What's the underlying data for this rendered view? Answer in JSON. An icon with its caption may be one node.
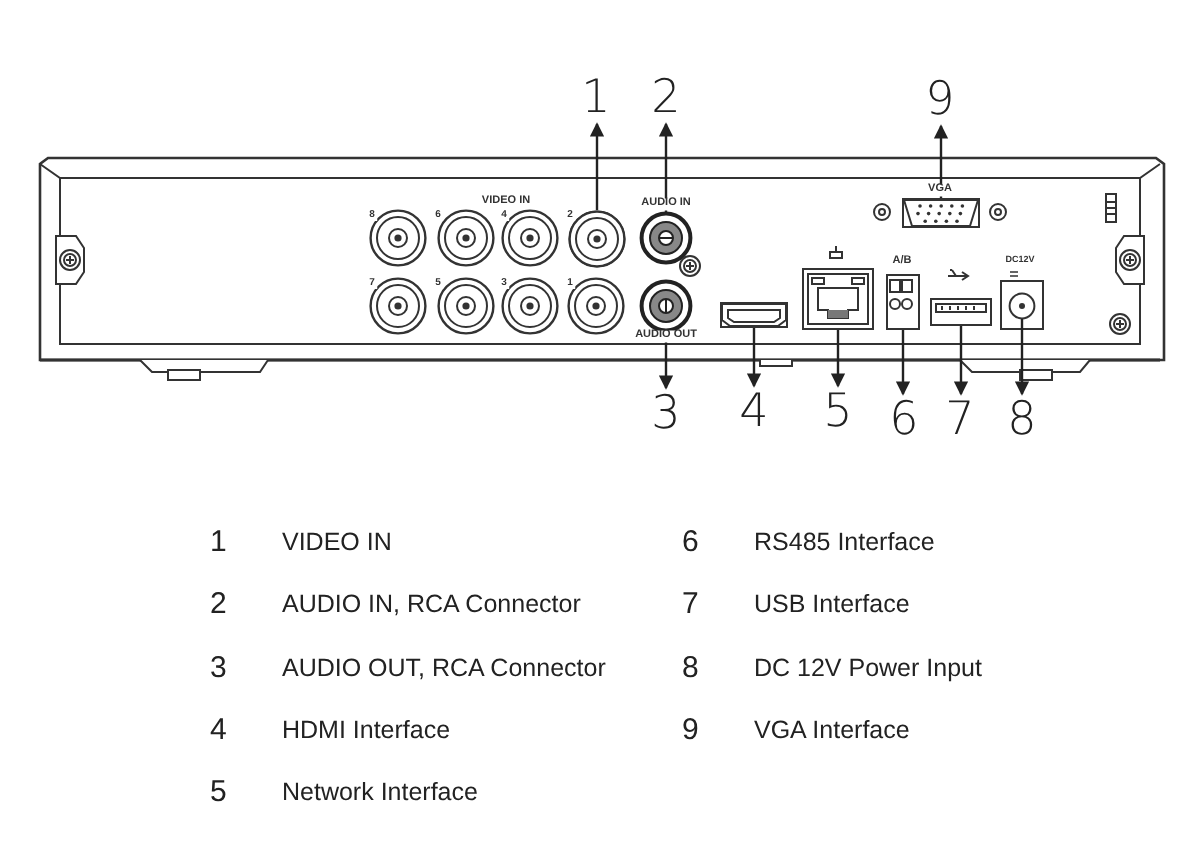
{
  "diagram": {
    "nodes": [
      {
        "text": [
          "1"
        ]
      },
      {
        "text": [
          "2"
        ]
      },
      {
        "text": [
          "3"
        ]
      },
      {
        "text": [
          "4"
        ]
      },
      {
        "text": [
          "5"
        ]
      },
      {
        "text": [
          "6"
        ]
      },
      {
        "text": [
          "7"
        ]
      },
      {
        "text": [
          "8"
        ]
      },
      {
        "text": [
          "9"
        ]
      },
      {
        "text": [],
        "shape": "circle"
      },
      {
        "text": [],
        "shape": "circle"
      },
      {
        "text": [],
        "shape": "circle"
      },
      {
        "text": [],
        "shape": "box"
      },
      {
        "text": [],
        "shape": "box"
      },
      {
        "text": [],
        "shape": "box"
      },
      {
        "text": [],
        "shape": "box"
      },
      {
        "text": [],
        "shape": "circle"
      },
      {
        "text": [],
        "shape": "box"
      }
    ],
    "edges": [
      {
        "from": 9,
        "to": 0,
        "arrow": "to"
      },
      {
        "from": 10,
        "to": 1,
        "arrow": "to"
      },
      {
        "from": 11,
        "to": 2,
        "arrow": "to"
      },
      {
        "from": 12,
        "to": 3,
        "arrow": "to"
      },
      {
        "from": 13,
        "to": 4,
        "arrow": "to"
      },
      {
        "from": 14,
        "to": 5,
        "arrow": "to"
      },
      {
        "from": 15,
        "to": 6,
        "arrow": "to"
      },
      {
        "from": 16,
        "to": 7,
        "arrow": "to"
      },
      {
        "from": 17,
        "to": 8,
        "arrow": "to"
      }
    ],
    "labels": [
      "VGA",
      "VIDEO IN",
      "AUDIO IN",
      "8",
      "6",
      "4",
      "2",
      "A/B",
      "DC12V",
      "7",
      "5",
      "3",
      "1",
      "AUDIO OUT",
      "1",
      "VIDEO IN",
      "6",
      "RS485 Interface",
      "2",
      "AUDIO IN, RCA Connector",
      "7",
      "USB Interface",
      "3",
      "AUDIO OUT, RCA Connector",
      "8",
      "DC 12V Power Input",
      "4",
      "HDMI Interface",
      "9",
      "VGA Interface",
      "5",
      "Network Interface"
    ]
  }
}
